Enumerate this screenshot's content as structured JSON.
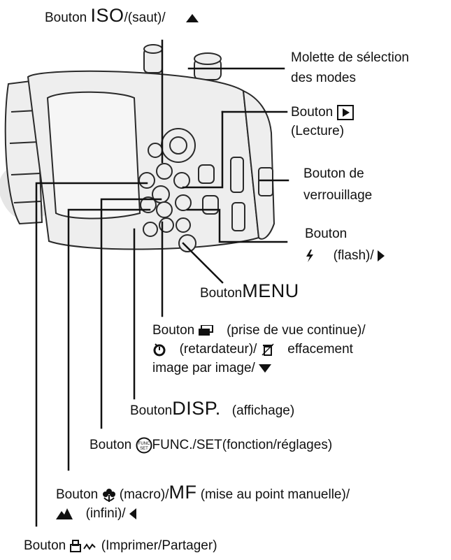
{
  "callouts": {
    "iso_jump": {
      "prefix": "Bouton ",
      "iso": "ISO",
      "sep1": "/",
      "jump": "(saut)",
      "sep2": "/"
    },
    "mode_dial": {
      "line1": "Molette de sélection",
      "line2": "des modes"
    },
    "playback": {
      "prefix": "Bouton ",
      "suffix": "(Lecture)"
    },
    "lock": {
      "line1": "Bouton de",
      "line2": "verrouillage"
    },
    "flash": {
      "line1": "Bouton",
      "text": "(flash)/"
    },
    "menu": {
      "prefix": "Bouton",
      "big": "MENU"
    },
    "continuous": {
      "prefix": "Bouton ",
      "text1": "(prise de vue continue)/",
      "text2": "(retardateur)/",
      "text3": "effacement",
      "text4": "image par image",
      "text5": "/"
    },
    "disp": {
      "prefix": "Bouton",
      "big": "DISP.",
      "suffix": "(affichage)"
    },
    "func": {
      "prefix": "Bouton ",
      "text": "FUNC./SET(fonction/réglages)"
    },
    "macro": {
      "prefix": "Bouton ",
      "text1": "(macro)/",
      "mf": "MF",
      "text2": "(mise au point manuelle)/",
      "text3": "(infini)/"
    },
    "print": {
      "prefix": "Bouton ",
      "text": "(Imprimer/Partager)"
    }
  },
  "watermark": "COPY",
  "colors": {
    "ink": "#111111",
    "body_fill": "#ececec",
    "body_stroke": "#2a2a2a",
    "watermark": "#e4e4e4"
  }
}
